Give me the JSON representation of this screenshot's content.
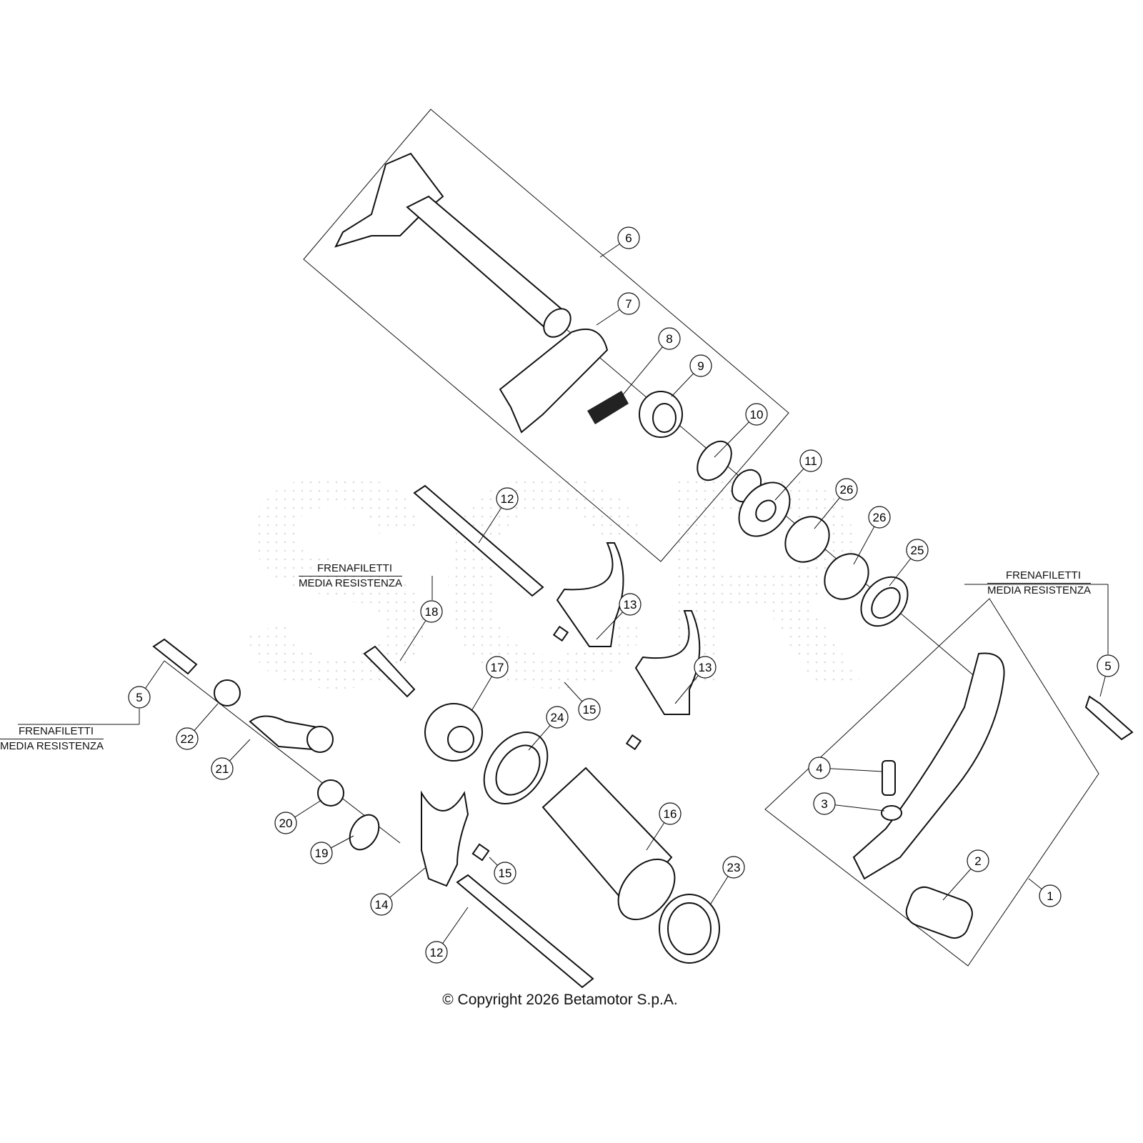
{
  "diagram": {
    "callouts": [
      "6",
      "7",
      "8",
      "9",
      "10",
      "11",
      "26",
      "26",
      "25",
      "12",
      "18",
      "13",
      "13",
      "17",
      "15",
      "24",
      "16",
      "23",
      "15",
      "14",
      "12",
      "5",
      "22",
      "21",
      "20",
      "19",
      "5",
      "4",
      "3",
      "2",
      "1"
    ],
    "notes": [
      {
        "line1": "FRENAFILETTI",
        "line2": "MEDIA RESISTENZA"
      },
      {
        "line1": "FRENAFILETTI",
        "line2": "MEDIA RESISTENZA"
      },
      {
        "line1": "FRENAFILETTI",
        "line2": "MEDIA RESISTENZA"
      }
    ],
    "copyright": "© Copyright 2026 Betamotor S.p.A."
  }
}
